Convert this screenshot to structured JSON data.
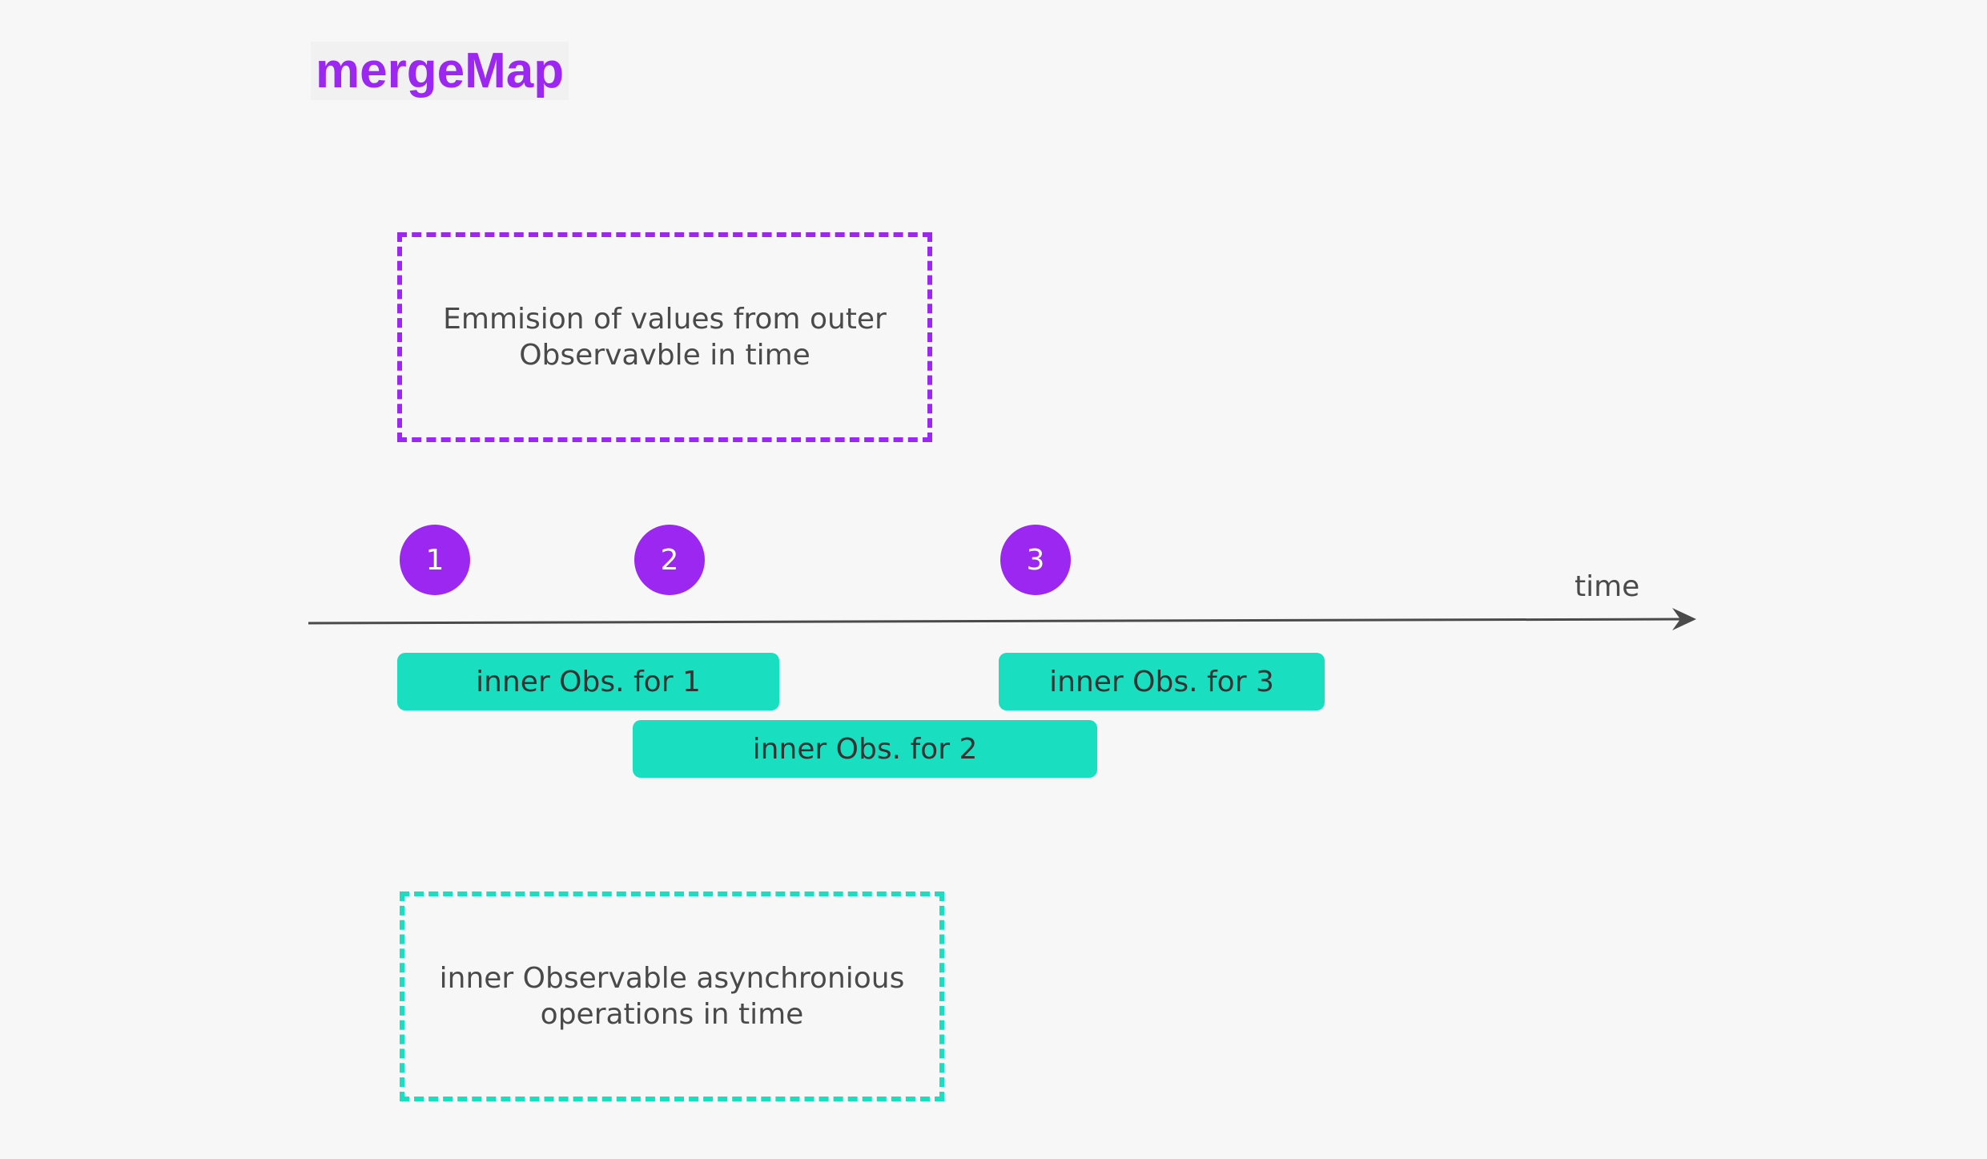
{
  "title": "mergeMap",
  "outer_box": {
    "text": "Emmision of values from outer Observavble in time",
    "border_color": "#9b27f0"
  },
  "inner_box": {
    "text": "inner Observable asynchronious operations in time",
    "border_color": "#19dfc0"
  },
  "timeline": {
    "label": "time",
    "color": "#4a4a4a"
  },
  "marbles": [
    {
      "label": "1"
    },
    {
      "label": "2"
    },
    {
      "label": "3"
    }
  ],
  "inner_observables": [
    {
      "label": "inner Obs. for 1"
    },
    {
      "label": "inner Obs. for 2"
    },
    {
      "label": "inner Obs. for 3"
    }
  ],
  "colors": {
    "accent_purple": "#9b27f0",
    "accent_teal": "#19dfc0",
    "background": "#f7f7f7"
  }
}
